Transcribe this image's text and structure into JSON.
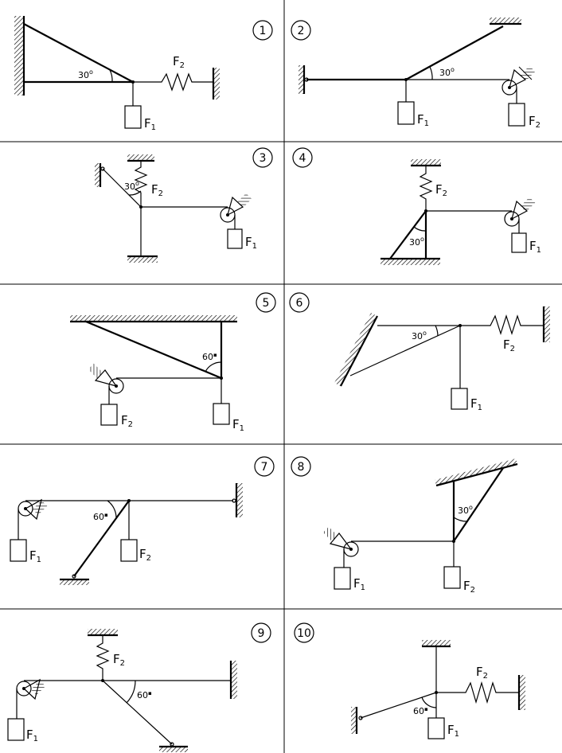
{
  "panels": [
    {
      "number": "1",
      "angle": "30",
      "degree": "o",
      "f1": "F",
      "f1_sub": "1",
      "f2": "F",
      "f2_sub": "2"
    },
    {
      "number": "2",
      "angle": "30",
      "degree": "o",
      "f1": "F",
      "f1_sub": "1",
      "f2": "F",
      "f2_sub": "2"
    },
    {
      "number": "3",
      "angle": "30",
      "degree": "o",
      "f1": "F",
      "f1_sub": "1",
      "f2": "F",
      "f2_sub": "2"
    },
    {
      "number": "4",
      "angle": "30",
      "degree": "o",
      "f1": "F",
      "f1_sub": "1",
      "f2": "F",
      "f2_sub": "2"
    },
    {
      "number": "5",
      "angle": "60",
      "degree": "▪",
      "f1": "F",
      "f1_sub": "1",
      "f2": "F",
      "f2_sub": "2"
    },
    {
      "number": "6",
      "angle": "30",
      "degree": "o",
      "f1": "F",
      "f1_sub": "1",
      "f2": "F",
      "f2_sub": "2"
    },
    {
      "number": "7",
      "angle": "60",
      "degree": "▪",
      "f1": "F",
      "f1_sub": "1",
      "f2": "F",
      "f2_sub": "2"
    },
    {
      "number": "8",
      "angle": "30",
      "degree": "o",
      "f1": "F",
      "f1_sub": "1",
      "f2": "F",
      "f2_sub": "2"
    },
    {
      "number": "9",
      "angle": "60",
      "degree": "▪",
      "f1": "F",
      "f1_sub": "1",
      "f2": "F",
      "f2_sub": "2"
    },
    {
      "number": "10",
      "angle": "60",
      "degree": "▪",
      "f1": "F",
      "f1_sub": "1",
      "f2": "F",
      "f2_sub": "2"
    }
  ]
}
